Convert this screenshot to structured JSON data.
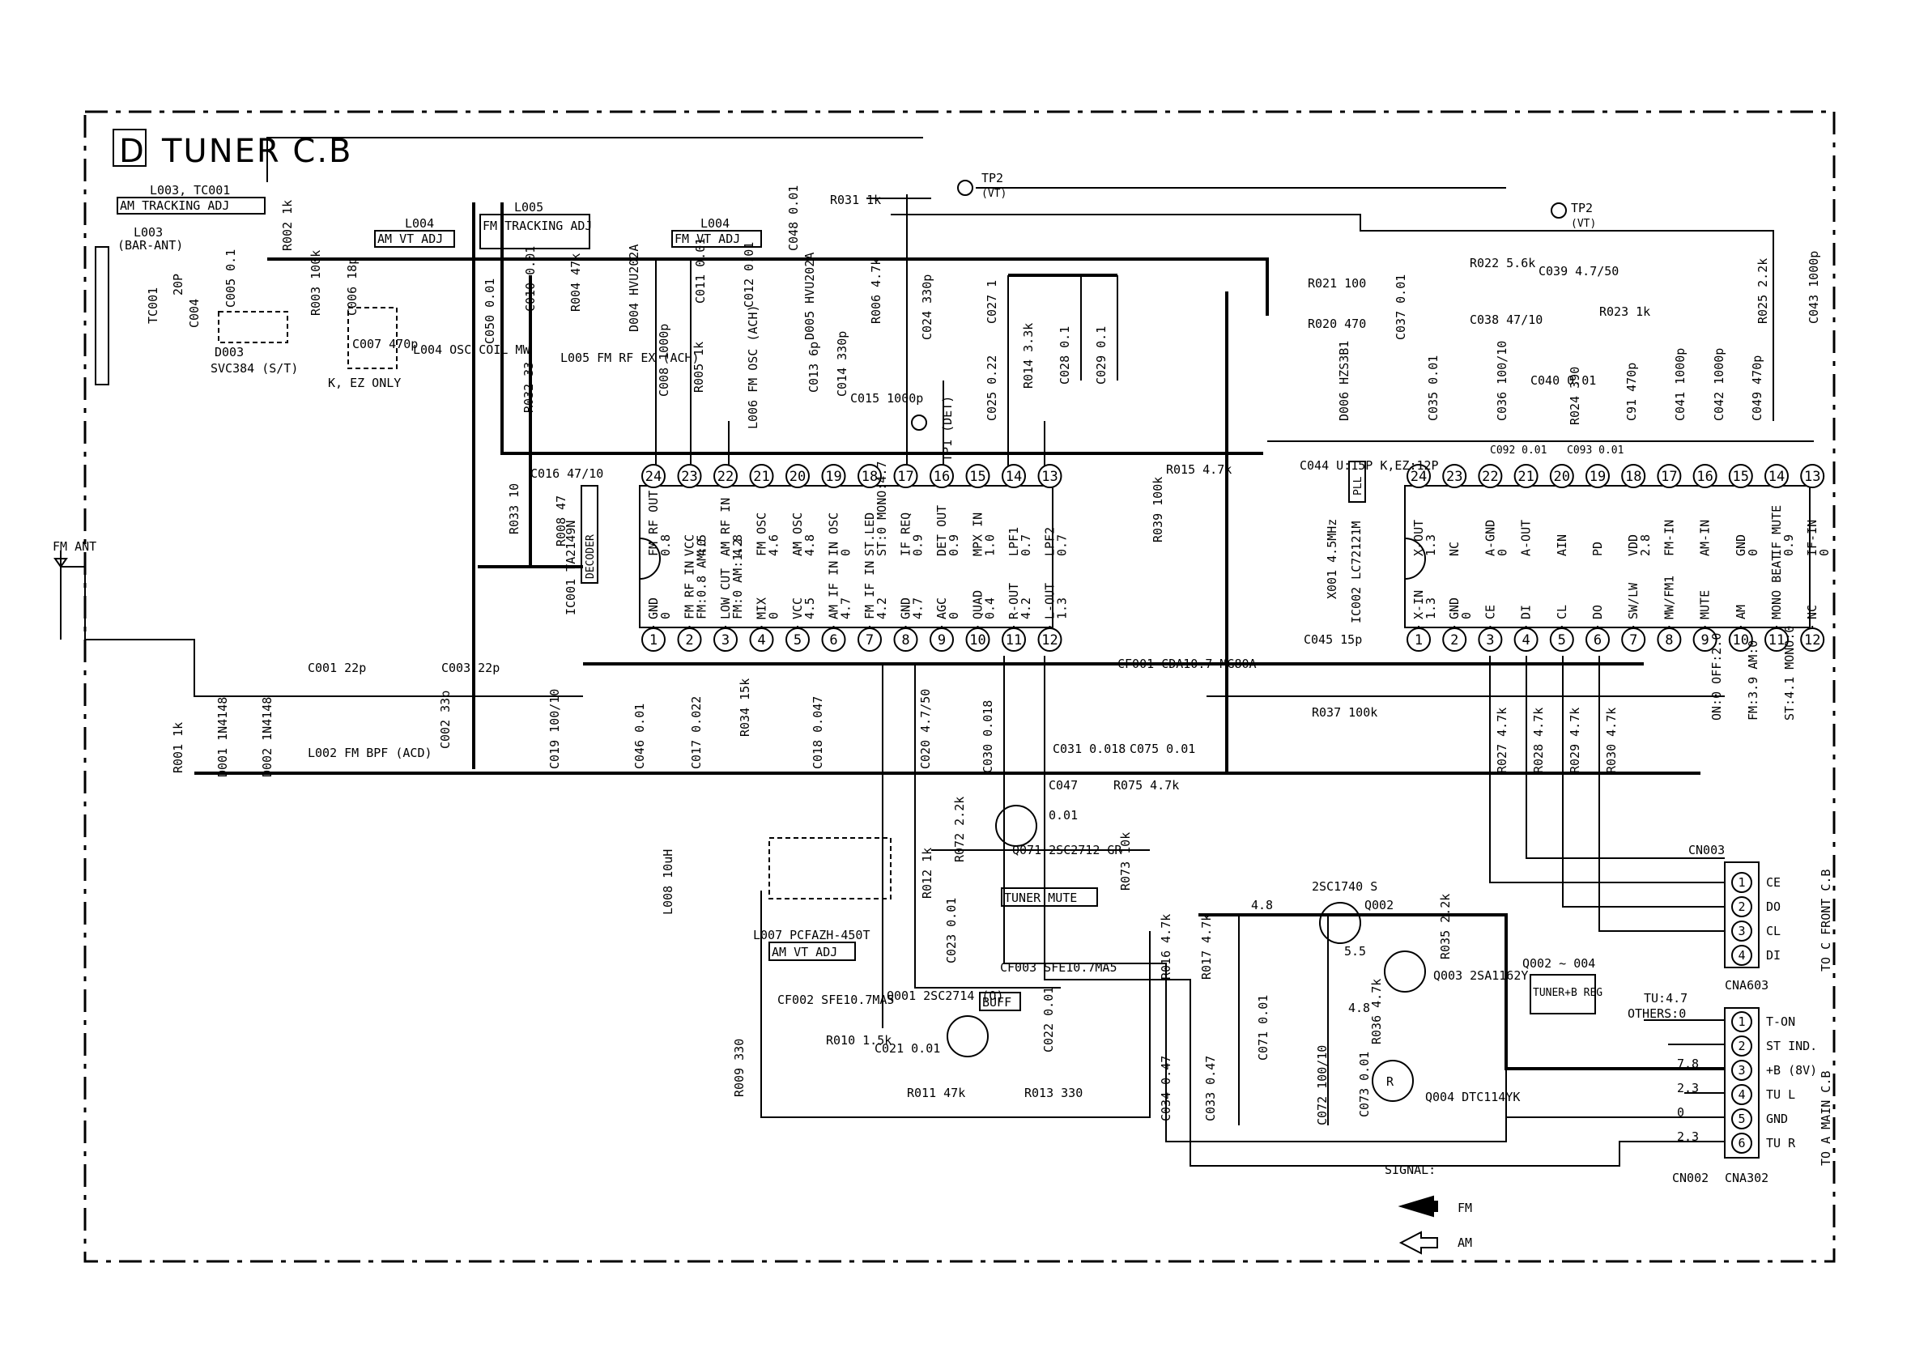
{
  "section": {
    "letter": "D",
    "title": "TUNER C.B"
  },
  "ic_tuner": {
    "ref": "IC001 TA2149N",
    "tag": "DECODER",
    "top_pins": [
      {
        "n": "24",
        "name": "FM RF OUT",
        "v": "0.8"
      },
      {
        "n": "23",
        "name": "VCC",
        "v": "4.5"
      },
      {
        "n": "22",
        "name": "AM RF IN",
        "v": "4.8"
      },
      {
        "n": "21",
        "name": "FM OSC",
        "v": "4.6"
      },
      {
        "n": "20",
        "name": "AM OSC",
        "v": "4.8"
      },
      {
        "n": "19",
        "name": "IN OSC",
        "v": "0"
      },
      {
        "n": "18",
        "name": "ST.LED",
        "v": "ST:0 MONO:4.7"
      },
      {
        "n": "17",
        "name": "IF REQ",
        "v": "0.9"
      },
      {
        "n": "16",
        "name": "DET OUT",
        "v": "0.9"
      },
      {
        "n": "15",
        "name": "MPX IN",
        "v": "1.0"
      },
      {
        "n": "14",
        "name": "LPF1",
        "v": "0.7"
      },
      {
        "n": "13",
        "name": "LPF2",
        "v": "0.7"
      }
    ],
    "bottom_pins": [
      {
        "n": "1",
        "name": "GND",
        "v": "0"
      },
      {
        "n": "2",
        "name": "FM RF IN",
        "v": "FM:0.8 AM:0"
      },
      {
        "n": "3",
        "name": "LOW CUT",
        "v": "FM:0 AM:1.2"
      },
      {
        "n": "4",
        "name": "MIX",
        "v": "0"
      },
      {
        "n": "5",
        "name": "VCC",
        "v": "4.5"
      },
      {
        "n": "6",
        "name": "AM IF IN",
        "v": "4.7"
      },
      {
        "n": "7",
        "name": "FM IF IN",
        "v": "4.2"
      },
      {
        "n": "8",
        "name": "GND",
        "v": "4.7"
      },
      {
        "n": "9",
        "name": "AGC",
        "v": "0"
      },
      {
        "n": "10",
        "name": "QUAD",
        "v": "0.4"
      },
      {
        "n": "11",
        "name": "R-OUT",
        "v": "4.2"
      },
      {
        "n": "12",
        "name": "L-OUT",
        "v": "1.3"
      }
    ]
  },
  "ic_pll": {
    "ref": "IC002 LC72121M",
    "tag": "PLL",
    "top_pins": [
      {
        "n": "24",
        "name": "X-OUT",
        "v": "1.3"
      },
      {
        "n": "23",
        "name": "NC",
        "v": ""
      },
      {
        "n": "22",
        "name": "A-GND",
        "v": "0"
      },
      {
        "n": "21",
        "name": "A-OUT",
        "v": ""
      },
      {
        "n": "20",
        "name": "AIN",
        "v": ""
      },
      {
        "n": "19",
        "name": "PD",
        "v": ""
      },
      {
        "n": "18",
        "name": "VDD",
        "v": "2.8"
      },
      {
        "n": "17",
        "name": "FM-IN",
        "v": ""
      },
      {
        "n": "16",
        "name": "AM-IN",
        "v": ""
      },
      {
        "n": "15",
        "name": "GND",
        "v": "0"
      },
      {
        "n": "14",
        "name": "IF MUTE",
        "v": "0.9"
      },
      {
        "n": "13",
        "name": "IF-IN",
        "v": "0"
      }
    ],
    "bottom_pins": [
      {
        "n": "1",
        "name": "X-IN",
        "v": "1.3"
      },
      {
        "n": "2",
        "name": "GND",
        "v": "0"
      },
      {
        "n": "3",
        "name": "CE",
        "v": ""
      },
      {
        "n": "4",
        "name": "DI",
        "v": ""
      },
      {
        "n": "5",
        "name": "CL",
        "v": ""
      },
      {
        "n": "6",
        "name": "DO",
        "v": ""
      },
      {
        "n": "7",
        "name": "SW/LW",
        "v": ""
      },
      {
        "n": "8",
        "name": "MW/FM1",
        "v": ""
      },
      {
        "n": "9",
        "name": "MUTE",
        "v": ""
      },
      {
        "n": "10",
        "name": "AM",
        "v": ""
      },
      {
        "n": "11",
        "name": "MONO BEAT",
        "v": ""
      },
      {
        "n": "12",
        "name": "NC",
        "v": ""
      }
    ]
  },
  "labels": {
    "l003_tc001": "L003, TC001",
    "am_tracking_adj": "AM TRACKING ADJ",
    "l003": "L003",
    "bar_ant": "(BAR-ANT)",
    "l004_a": "L004",
    "am_vt_adj": "AM VT ADJ",
    "l005": "L005",
    "fm_tracking_adj": "FM TRACKING ADJ",
    "l004_b": "L004",
    "fm_vt_adj": "FM VT ADJ",
    "r031": "R031 1k",
    "tp2_a": "TP2",
    "vt_a": "(VT)",
    "tp2_b": "TP2",
    "vt_b": "(VT)",
    "c048": "C048 0.01",
    "r006": "R006 4.7k",
    "d005": "D005 HVU202A",
    "d004": "D004 HVU202A",
    "r004": "R004 47k",
    "c010": "C010 0.01",
    "c050": "C050 0.01",
    "l004_osc": "L004 OSC COIL MW",
    "kez_only": "K, EZ ONLY",
    "c007": "C007 470p",
    "d003": "D003",
    "svc384": "SVC384 (S/T)",
    "tc001": "TC001",
    "c004": "C004",
    "c005": "C005 0.1",
    "r002": "R002 1k",
    "r003": "R003 100k",
    "c006": "C006 18p",
    "twenty_p": "20P",
    "l005_fm": "L005 FM RF EX (ACH)",
    "r032": "R032 33",
    "c008": "C008 1000p",
    "r005": "R005 1k",
    "l006": "L006 FM OSC (ACH)",
    "c012": "C012 0.01",
    "c011": "C011 0.01",
    "c013": "C013 6p",
    "c014": "C014 330p",
    "c015": "C015 1000p",
    "c024": "C024 330p",
    "tp1": "TP1 (DET)",
    "c027": "C027 1",
    "r014": "R014 3.3k",
    "c028": "C028 0.1",
    "c029": "C029 0.1",
    "c025": "C025 0.22",
    "c016": "C016 47/10",
    "r033": "R033 10",
    "r008": "R008 47",
    "r015": "R015 4.7k",
    "r039": "R039 100k",
    "fm_ant": "FM ANT",
    "c001": "C001 22p",
    "c003": "C003 22p",
    "r001": "R001 1k",
    "d001": "D001 1N4148",
    "d002": "D002 1N4148",
    "l002": "L002 FM BPF (ACD)",
    "c002": "C002 33p",
    "c019": "C019 100/10",
    "c046": "C046 0.01",
    "c017": "C017 0.022",
    "r034": "R034 15k",
    "c018": "C018 0.047",
    "c020": "C020 4.7/50",
    "c030": "C030 0.018",
    "c031": "C031 0.018",
    "cf001": "CF001 CDA10.7 MG80A",
    "c047": "C047",
    "c047v": "0.01",
    "r075": "R075 4.7k",
    "c075": "C075 0.01",
    "q071": "Q071 2SC2712 GR",
    "tuner_mute": "TUNER MUTE",
    "r072": "R072 2.2k",
    "r012": "R012 1k",
    "r073": "R073 10k",
    "l008": "L008 10uH",
    "l007": "L007 PCFAZH-450T",
    "am_vt_adj2": "AM VT ADJ",
    "cf003": "CF003 SFE10.7MA5",
    "buff": "BUFF",
    "cf002": "CF002 SFE10.7MA5",
    "q001": "Q001 2SC2714 (O)",
    "r009": "R009 330",
    "r010": "R010 1.5k",
    "c021": "C021 0.01",
    "c022": "C022 0.01",
    "c023": "C023 0.01",
    "r011": "R011 47k",
    "r013": "R013 330",
    "r021": "R021 100",
    "r022": "R022 5.6k",
    "c038": "C038 47/10",
    "c039": "C039 4.7/50",
    "r023": "R023 1k",
    "r025": "R025 2.2k",
    "c043": "C043 1000p",
    "r020": "R020 470",
    "c037": "C037 0.01",
    "d006": "D006 HZS3B1",
    "c035": "C035 0.01",
    "c036": "C036 100/10",
    "c040": "C040 0.01",
    "r024": "R024 390",
    "c091": "C91 470p",
    "c041": "C041 1000p",
    "c042": "C042 1000p",
    "c049": "C049 470p",
    "c044": "C044 U:15P K,EZ:12P",
    "c092": "C092 0.01",
    "c093": "C093 0.01",
    "x001": "X001 4.5MHz",
    "c045": "C045 15p",
    "r037": "R037 100k",
    "r027": "R027 4.7k",
    "r028": "R028 4.7k",
    "r029": "R029 4.7k",
    "r030": "R030 4.7k",
    "on_off": "ON:0 OFF:2.0",
    "fm_am": "FM:3.9 AM:0",
    "st_mono": "ST:4.1 MONO:0",
    "q002_type": "2SC1740 S",
    "q002": "Q002",
    "q003": "Q003 2SA1162Y",
    "q004": "Q004 DTC114YK",
    "r035": "R035 2.2k",
    "r036": "R036 4.7k",
    "r016": "R016 4.7k",
    "r017": "R017 4.7k",
    "c034": "C034 0.47",
    "c033": "C033 0.47",
    "c071": "C071 0.01",
    "c072": "C072 100/10",
    "c073": "C073 0.01",
    "v48a": "4.8",
    "v55": "5.5",
    "v48b": "4.8",
    "q002_004": "Q002 ~ 004",
    "tuner_b_reg": "TUNER+B REG",
    "tu47": "TU:4.7",
    "others0": "OTHERS:0",
    "signal": "SIGNAL:",
    "fm": "FM",
    "am": "AM"
  },
  "cn003": {
    "ref": "CN003",
    "cna": "CNA603",
    "to": "TO C FRONT C.B",
    "pins": [
      {
        "n": "1",
        "name": "CE"
      },
      {
        "n": "2",
        "name": "DO"
      },
      {
        "n": "3",
        "name": "CL"
      },
      {
        "n": "4",
        "name": "DI"
      }
    ]
  },
  "cn002": {
    "ref": "CN002",
    "cna": "CNA302",
    "to": "TO A MAIN C.B",
    "pins": [
      {
        "n": "1",
        "name": "T-ON",
        "v": ""
      },
      {
        "n": "2",
        "name": "ST IND.",
        "v": ""
      },
      {
        "n": "3",
        "name": "+B (8V)",
        "v": "7.8"
      },
      {
        "n": "4",
        "name": "TU L",
        "v": "2.3"
      },
      {
        "n": "5",
        "name": "GND",
        "v": "0"
      },
      {
        "n": "6",
        "name": "TU R",
        "v": "2.3"
      }
    ]
  }
}
